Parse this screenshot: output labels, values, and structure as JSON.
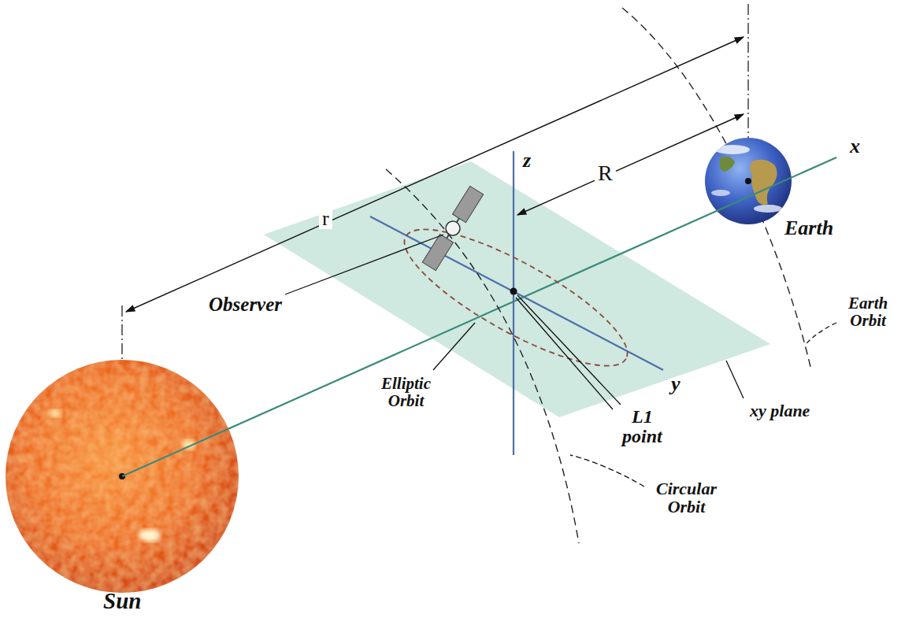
{
  "diagram": {
    "labels": [
      "r",
      "z",
      "R",
      "x",
      "Earth",
      "Observer",
      "Elliptic Orbit",
      "L1 point",
      "y",
      "xy plane",
      "Earth Orbit",
      "Circular Orbit",
      "Sun"
    ]
  }
}
